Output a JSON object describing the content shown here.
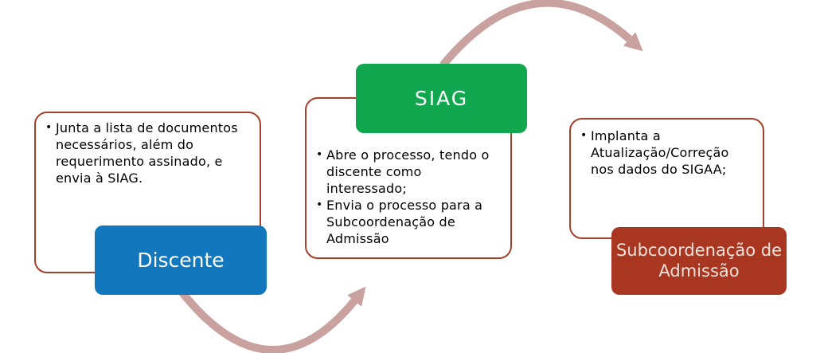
{
  "diagram": {
    "bullet_char": "•",
    "colors": {
      "card_border": "#A5402A",
      "card_background": "#FFFFFF",
      "arrow": "#C9A2A0",
      "discente_box": "#1377BE",
      "siag_box": "#10A74F",
      "subcoordenacao_box": "#A83620",
      "box_label_text": "#FFFFFF",
      "subcoordenacao_label_text": "#F2E3DA",
      "body_text": "#000000"
    },
    "steps": [
      {
        "label": "Discente",
        "bullets": [
          "Junta a lista de documentos necessários, além do requerimento assinado, e envia à SIAG."
        ]
      },
      {
        "label": "SIAG",
        "bullets": [
          "Abre o processo, tendo o discente como interessado;",
          "Envia o processo para a Subcoordenação de Admissão"
        ]
      },
      {
        "label": "Subcoordenação de Admissão",
        "bullets": [
          "Implanta a Atualização/Correção nos dados do SIGAA;"
        ]
      }
    ]
  }
}
